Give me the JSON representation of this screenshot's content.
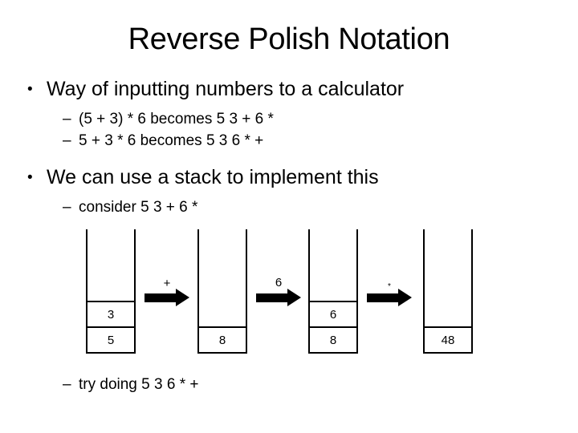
{
  "slide": {
    "title": "Reverse Polish Notation",
    "bullets": [
      {
        "mark": "•",
        "text": "Way of inputting numbers to a calculator"
      },
      {
        "mark": "–",
        "text": "(5 + 3) * 6 becomes 5 3 + 6 *"
      },
      {
        "mark": "–",
        "text": "5 + 3 * 6 becomes 5 3 6 * +"
      },
      {
        "mark": "•",
        "text": "We can use a stack to implement this"
      },
      {
        "mark": "–",
        "text": "consider 5 3 + 6 *"
      },
      {
        "mark": "–",
        "text": "try doing 5 3 6 * +"
      }
    ]
  },
  "diagram": {
    "stacks": [
      {
        "name": "stack-1",
        "cells": [
          "3",
          "5"
        ]
      },
      {
        "name": "stack-2",
        "cells": [
          "8"
        ]
      },
      {
        "name": "stack-3",
        "cells": [
          "6",
          "8"
        ]
      },
      {
        "name": "stack-4",
        "cells": [
          "48"
        ]
      }
    ],
    "arrows": [
      {
        "name": "arrow-1",
        "label": "+"
      },
      {
        "name": "arrow-2",
        "label": "6"
      },
      {
        "name": "arrow-3",
        "label": "*"
      }
    ]
  },
  "colors": {
    "background": "#ffffff",
    "foreground": "#000000"
  }
}
